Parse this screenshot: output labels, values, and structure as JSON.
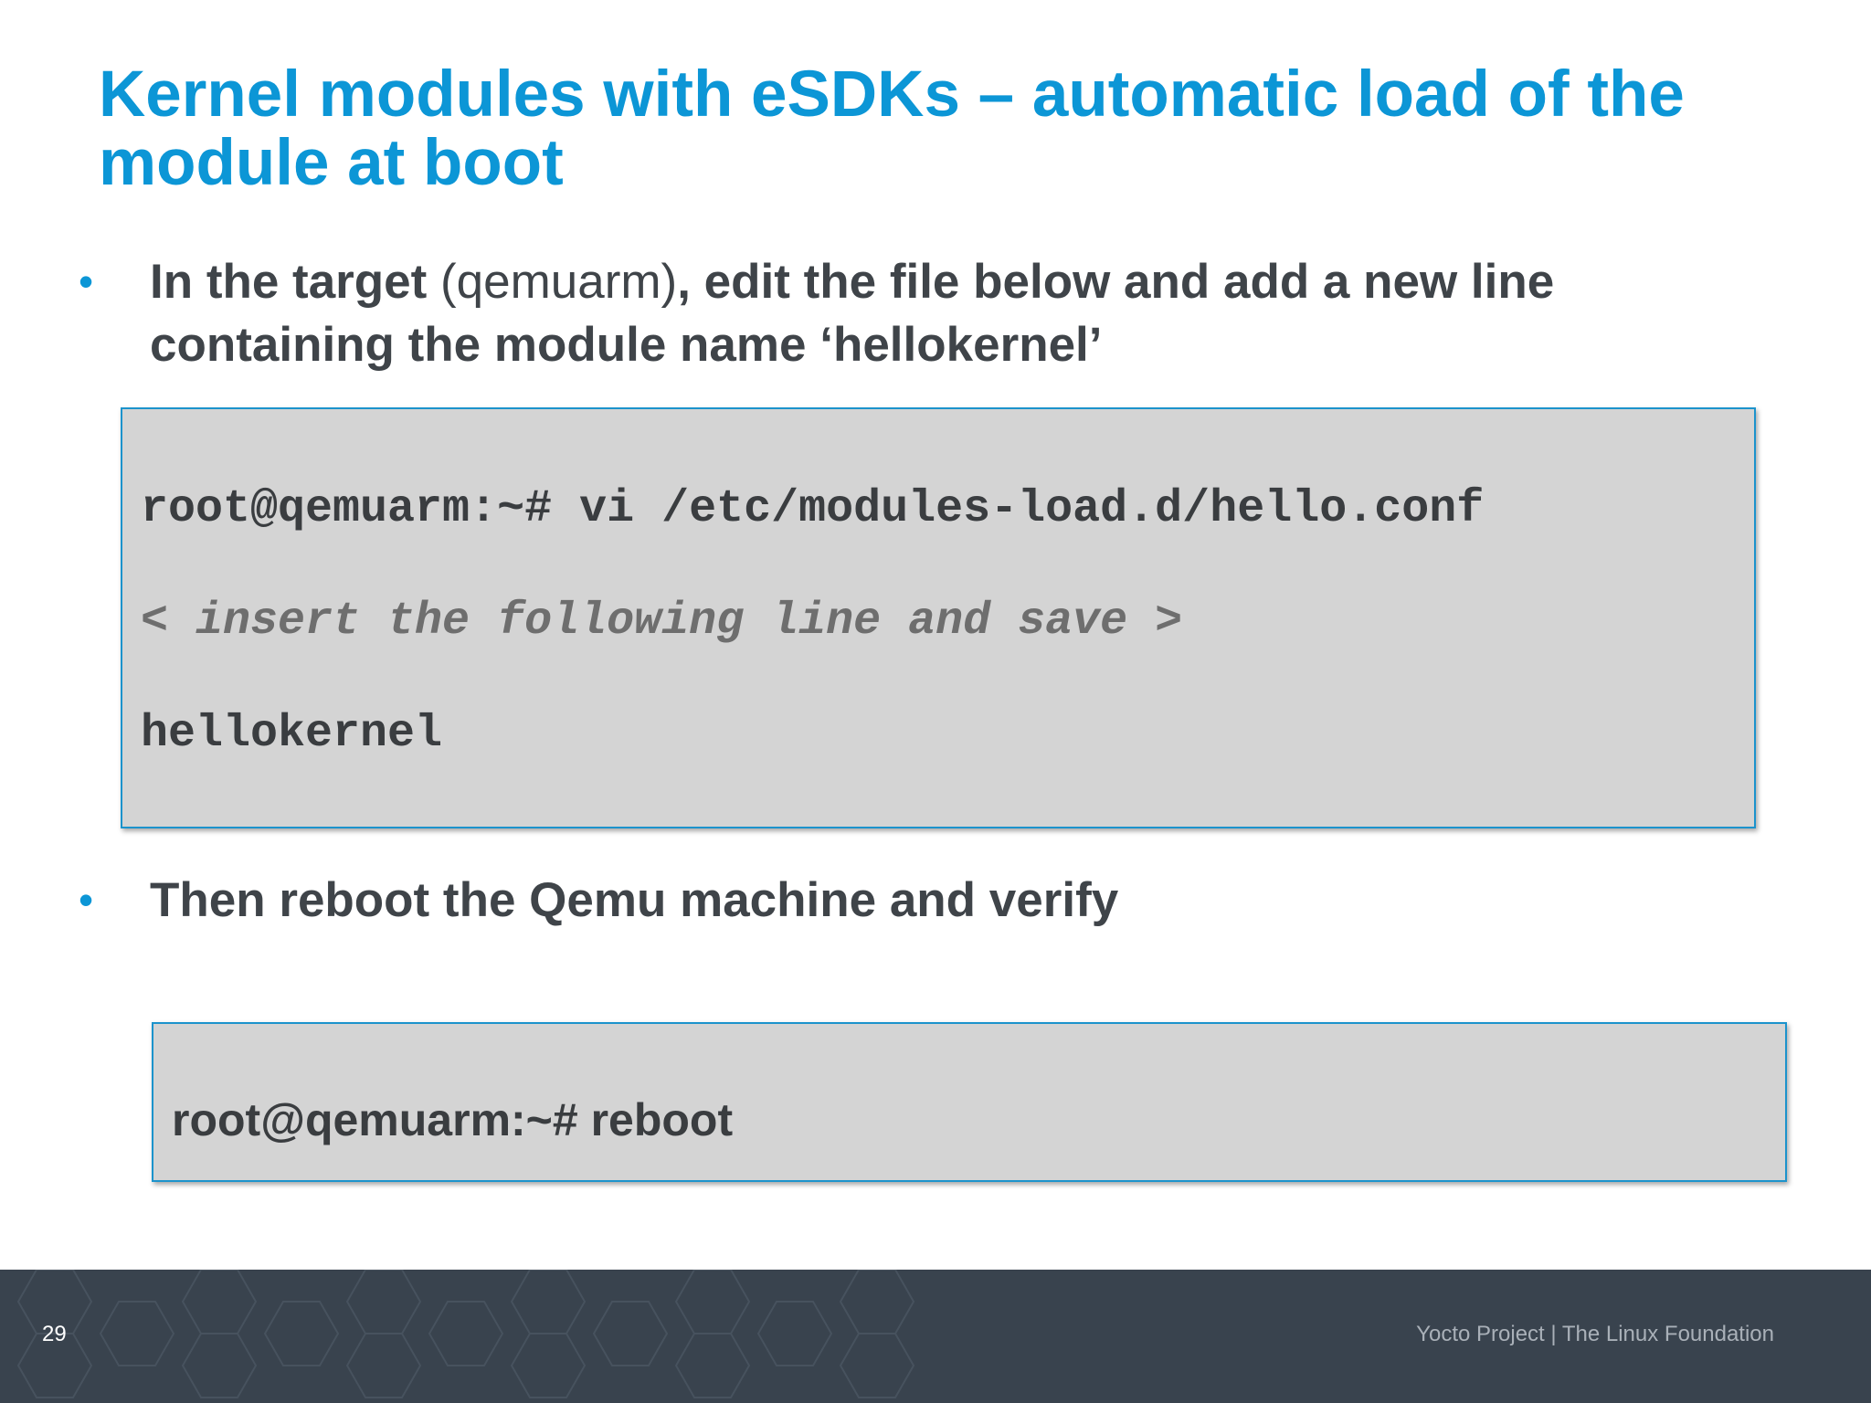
{
  "slide": {
    "title": "Kernel modules with eSDKs – automatic load of the module at boot"
  },
  "bullets": [
    {
      "part1": "In the target",
      "part2": " (qemuarm)",
      "part3": ", edit the file below and add a new line containing the module name ‘hellokernel’"
    },
    {
      "text": "Then reboot the Qemu machine and verify"
    }
  ],
  "code_block_1": {
    "lines": [
      "root@qemuarm:~# vi /etc/modules-load.d/hello.conf",
      "< insert the following line and save >",
      "hellokernel"
    ]
  },
  "code_block_2": {
    "line": "root@qemuarm:~# reboot"
  },
  "footer": {
    "page_number": "29",
    "credit": "Yocto Project | The Linux Foundation"
  },
  "colors": {
    "title": "#0c96d6",
    "body_text": "#3f4449",
    "code_background": "#d4d4d4",
    "code_border": "#1c93cc",
    "footer_background": "#39434e"
  }
}
